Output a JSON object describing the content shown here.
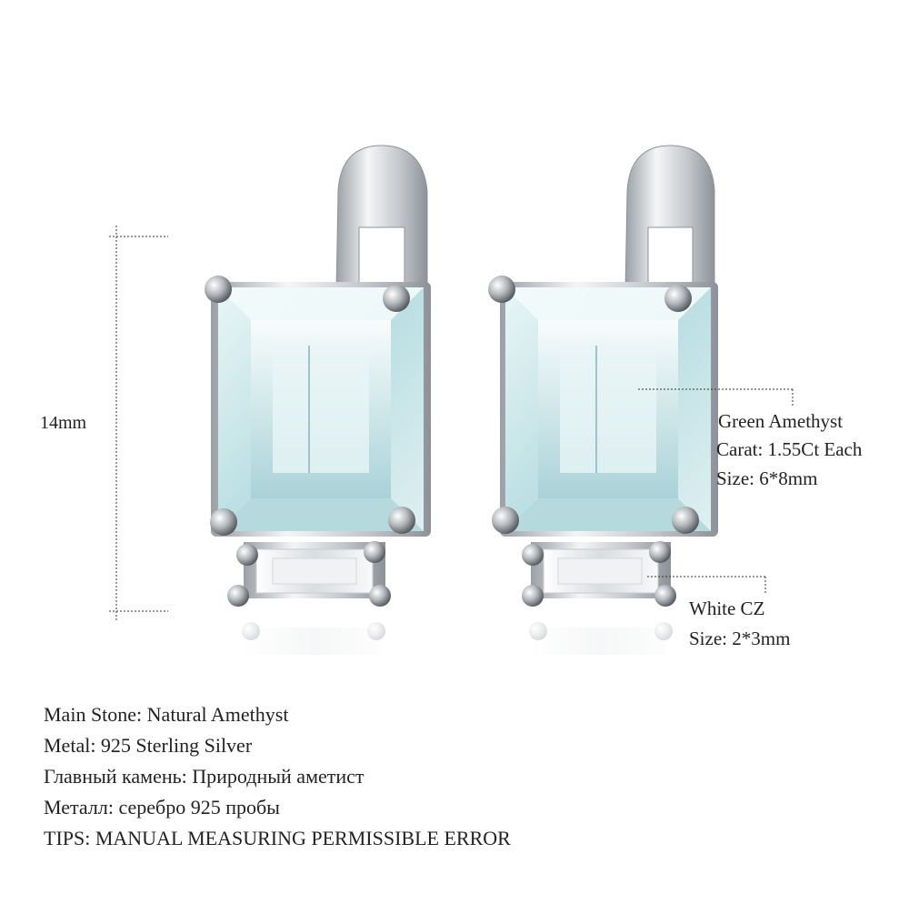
{
  "measurement": {
    "height_label": "14mm"
  },
  "callouts": {
    "main_stone": {
      "name": "Green Amethyst",
      "carat": "Carat: 1.55Ct Each",
      "size": "Size: 6*8mm"
    },
    "side_stone": {
      "name": "White CZ",
      "size": "Size: 2*3mm"
    }
  },
  "specs": [
    "Main Stone: Natural Amethyst",
    "Metal: 925 Sterling Silver",
    "Главный камень: Природный аметист",
    "Металл: серебро 925 пробы",
    "TIPS: MANUAL MEASURING PERMISSIBLE ERROR"
  ],
  "colors": {
    "gem": "#cfe7ea",
    "gem_dark": "#8fb7bd",
    "silver": "#c9ccd0",
    "silver_dark": "#7d8288"
  }
}
